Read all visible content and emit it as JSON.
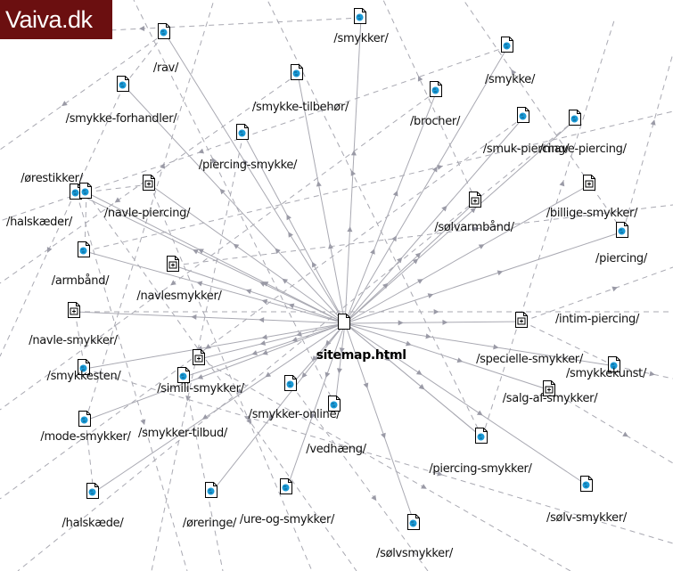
{
  "brand": {
    "label": "Vaiva.dk",
    "color": "#6b0f10"
  },
  "sitemap": {
    "center": {
      "label": "sitemap.html",
      "icon": "page-icon"
    },
    "edge_color": "#a9a9b2",
    "nodes": [
      {
        "label": "/smykker/",
        "icon": "web-page-icon"
      },
      {
        "label": "/rav/",
        "icon": "web-page-icon"
      },
      {
        "label": "/smykke/",
        "icon": "web-page-icon"
      },
      {
        "label": "/smykke-tilbehør/",
        "icon": "web-page-icon"
      },
      {
        "label": "/smykke-forhandler/",
        "icon": "web-page-icon"
      },
      {
        "label": "/brocher/",
        "icon": "web-page-icon"
      },
      {
        "label": "/smuk-piercing/",
        "icon": "web-page-icon"
      },
      {
        "label": "/mave-piercing/",
        "icon": "web-page-icon"
      },
      {
        "label": "/piercing-smykke/",
        "icon": "web-page-icon"
      },
      {
        "label": "/ørestikker/",
        "icon": "web-page-icon"
      },
      {
        "label": "/navle-piercing/",
        "icon": "folder-page-icon"
      },
      {
        "label": "/halskæder/",
        "icon": "web-page-icon"
      },
      {
        "label": "/sølvarmbånd/",
        "icon": "folder-page-icon"
      },
      {
        "label": "/billige-smykker/",
        "icon": "folder-page-icon"
      },
      {
        "label": "/piercing/",
        "icon": "web-page-icon"
      },
      {
        "label": "/armbånd/",
        "icon": "web-page-icon"
      },
      {
        "label": "/navlesmykker/",
        "icon": "folder-page-icon"
      },
      {
        "label": "/intim-piercing/",
        "icon": "folder-page-icon"
      },
      {
        "label": "/navle-smykker/",
        "icon": "folder-page-icon"
      },
      {
        "label": "/specielle-smykker/",
        "icon": "web-page-icon"
      },
      {
        "label": "/smykkekunst/",
        "icon": "folder-page-icon"
      },
      {
        "label": "/smykkesten/",
        "icon": "web-page-icon"
      },
      {
        "label": "/simili-smykker/",
        "icon": "folder-page-icon"
      },
      {
        "label": "/smykker-online/",
        "icon": "web-page-icon"
      },
      {
        "label": "/smykker-tilbud/",
        "icon": "web-page-icon"
      },
      {
        "label": "/salg-af-smykker/",
        "icon": "web-page-icon"
      },
      {
        "label": "/mode-smykker/",
        "icon": "web-page-icon"
      },
      {
        "label": "/vedhæng/",
        "icon": "web-page-icon"
      },
      {
        "label": "/piercing-smykker/",
        "icon": "web-page-icon"
      },
      {
        "label": "/halskæde/",
        "icon": "web-page-icon"
      },
      {
        "label": "/øreringe/",
        "icon": "web-page-icon"
      },
      {
        "label": "/ure-og-smykker/",
        "icon": "web-page-icon"
      },
      {
        "label": "/sølv-smykker/",
        "icon": "web-page-icon"
      },
      {
        "label": "/sølvsmykker/",
        "icon": "web-page-icon"
      }
    ]
  }
}
